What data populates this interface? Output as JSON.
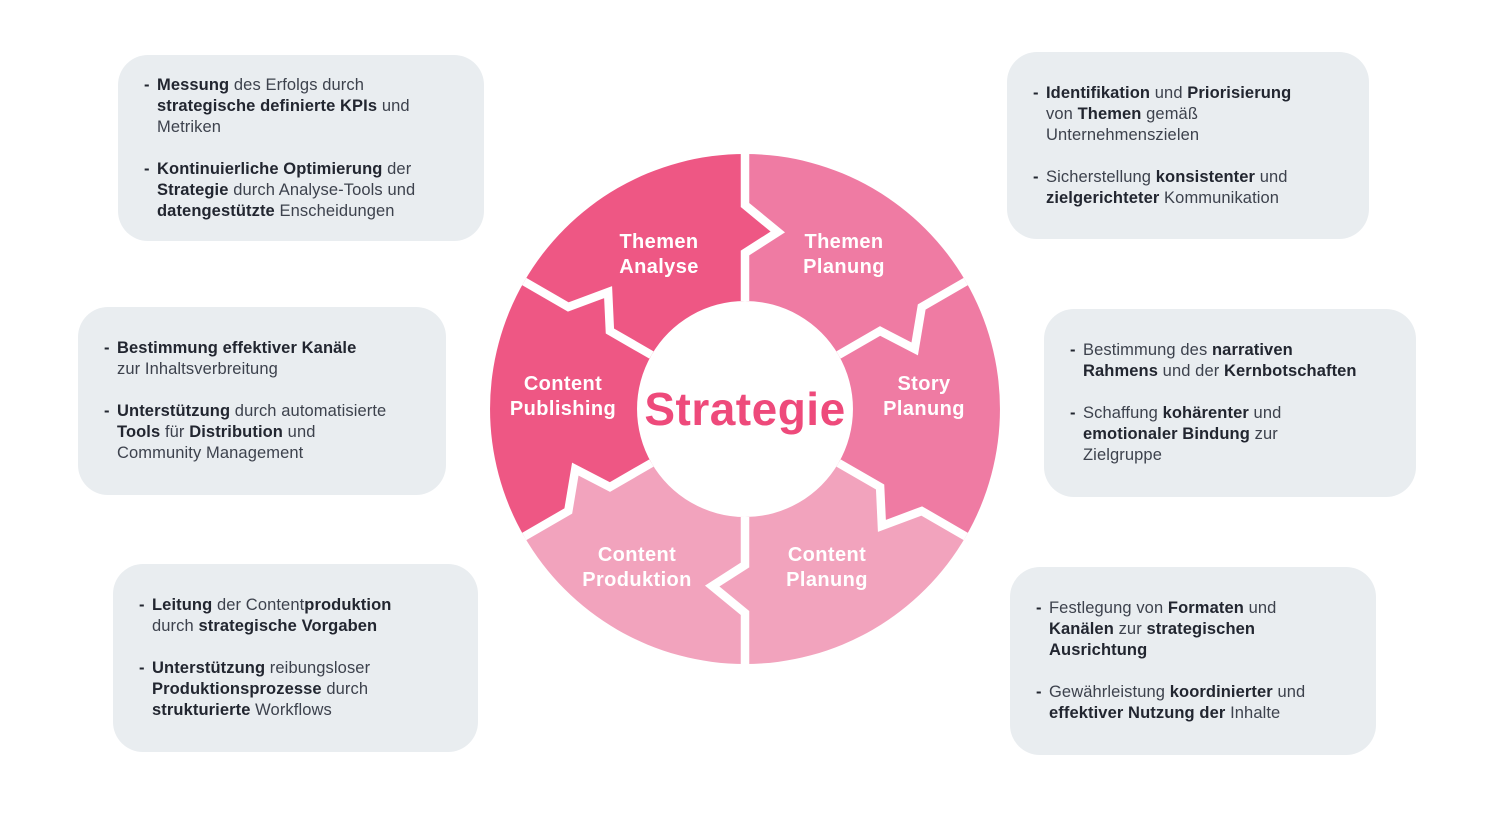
{
  "ui": {
    "bullet_dash": "-"
  },
  "diagram": {
    "center_label": "Strategie",
    "colors": {
      "dark": "#ee5784",
      "medium": "#ef7ba3",
      "light": "#f2a3bd",
      "center_text": "#ee4a7b",
      "box_bg": "#e9edf0",
      "text_bold": "#222630",
      "text_regular": "#3d424d"
    },
    "segments": [
      {
        "id": "themen-analyse",
        "label": "Themen\nAnalyse",
        "tone": "dark"
      },
      {
        "id": "themen-planung",
        "label": "Themen\nPlanung",
        "tone": "medium"
      },
      {
        "id": "story-planung",
        "label": "Story\nPlanung",
        "tone": "medium"
      },
      {
        "id": "content-planung",
        "label": "Content\nPlanung",
        "tone": "light"
      },
      {
        "id": "content-produktion",
        "label": "Content\nProduktion",
        "tone": "light"
      },
      {
        "id": "content-publishing",
        "label": "Content\nPublishing",
        "tone": "dark"
      }
    ]
  },
  "boxes": [
    {
      "id": "top-left",
      "bullets": [
        {
          "runs": [
            {
              "t": "Messung",
              "b": 1
            },
            {
              "t": " des Erfolgs durch\n",
              "b": 0
            },
            {
              "t": "strategische definierte KPIs",
              "b": 1
            },
            {
              "t": " und\nMetriken",
              "b": 0
            }
          ]
        },
        {
          "runs": [
            {
              "t": "Kontinuierliche Optimierung",
              "b": 1
            },
            {
              "t": " der\n",
              "b": 0
            },
            {
              "t": "Strategie",
              "b": 1
            },
            {
              "t": " durch Analyse-Tools und\n",
              "b": 0
            },
            {
              "t": "datengestützte",
              "b": 1
            },
            {
              "t": " Enscheidungen",
              "b": 0
            }
          ]
        }
      ]
    },
    {
      "id": "mid-left",
      "bullets": [
        {
          "runs": [
            {
              "t": "Bestimmung effektiver Kanäle",
              "b": 1
            },
            {
              "t": "\nzur Inhaltsverbreitung",
              "b": 0
            }
          ]
        },
        {
          "runs": [
            {
              "t": "Unterstützung",
              "b": 1
            },
            {
              "t": " durch automatisierte\n",
              "b": 0
            },
            {
              "t": "Tools",
              "b": 1
            },
            {
              "t": " für ",
              "b": 0
            },
            {
              "t": "Distribution",
              "b": 1
            },
            {
              "t": " und\nCommunity Management",
              "b": 0
            }
          ]
        }
      ]
    },
    {
      "id": "bottom-left",
      "bullets": [
        {
          "runs": [
            {
              "t": "Leitung",
              "b": 1
            },
            {
              "t": " der Content",
              "b": 0
            },
            {
              "t": "produktion",
              "b": 1
            },
            {
              "t": "\ndurch ",
              "b": 0
            },
            {
              "t": "strategische Vorgaben",
              "b": 1
            }
          ]
        },
        {
          "runs": [
            {
              "t": "Unterstützung",
              "b": 1
            },
            {
              "t": " reibungsloser\n",
              "b": 0
            },
            {
              "t": "Produktionsprozesse",
              "b": 1
            },
            {
              "t": " durch\n",
              "b": 0
            },
            {
              "t": "strukturierte",
              "b": 1
            },
            {
              "t": " Workflows",
              "b": 0
            }
          ]
        }
      ]
    },
    {
      "id": "top-right",
      "bullets": [
        {
          "runs": [
            {
              "t": "Identifikation",
              "b": 1
            },
            {
              "t": " und ",
              "b": 0
            },
            {
              "t": "Priorisierung",
              "b": 1
            },
            {
              "t": "\nvon ",
              "b": 0
            },
            {
              "t": "Themen",
              "b": 1
            },
            {
              "t": " gemäß\nUnternehmenszielen",
              "b": 0
            }
          ]
        },
        {
          "runs": [
            {
              "t": "Sicherstellung ",
              "b": 0
            },
            {
              "t": "konsistenter",
              "b": 1
            },
            {
              "t": " und\n",
              "b": 0
            },
            {
              "t": "zielgerichteter",
              "b": 1
            },
            {
              "t": " Kommunikation",
              "b": 0
            }
          ]
        }
      ]
    },
    {
      "id": "mid-right",
      "bullets": [
        {
          "runs": [
            {
              "t": "Bestimmung des ",
              "b": 0
            },
            {
              "t": "narrativen",
              "b": 1
            },
            {
              "t": "\n",
              "b": 0
            },
            {
              "t": "Rahmens",
              "b": 1
            },
            {
              "t": " und der ",
              "b": 0
            },
            {
              "t": "Kernbotschaften",
              "b": 1
            }
          ]
        },
        {
          "runs": [
            {
              "t": "Schaffung ",
              "b": 0
            },
            {
              "t": "kohärenter",
              "b": 1
            },
            {
              "t": " und\n",
              "b": 0
            },
            {
              "t": "emotionaler Bindung",
              "b": 1
            },
            {
              "t": " zur\nZielgruppe",
              "b": 0
            }
          ]
        }
      ]
    },
    {
      "id": "bottom-right",
      "bullets": [
        {
          "runs": [
            {
              "t": "Festlegung von ",
              "b": 0
            },
            {
              "t": "Formaten",
              "b": 1
            },
            {
              "t": " und\n",
              "b": 0
            },
            {
              "t": "Kanälen",
              "b": 1
            },
            {
              "t": " zur ",
              "b": 0
            },
            {
              "t": "strategischen\nAusrichtung",
              "b": 1
            }
          ]
        },
        {
          "runs": [
            {
              "t": "Gewährleistung ",
              "b": 0
            },
            {
              "t": "koordinierter",
              "b": 1
            },
            {
              "t": " und\n",
              "b": 0
            },
            {
              "t": "effektiver Nutzung der",
              "b": 1
            },
            {
              "t": " Inhalte",
              "b": 0
            }
          ]
        }
      ]
    }
  ]
}
